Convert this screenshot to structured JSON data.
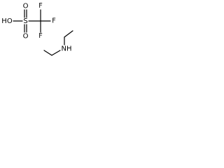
{
  "triflic_acid": {
    "atoms": {
      "hydroxyl": "HO",
      "sulfur": "S",
      "oxygen_top": "O",
      "oxygen_bottom": "O",
      "fluorine_1": "F",
      "fluorine_2": "F",
      "fluorine_3": "F"
    }
  },
  "diethylamine": {
    "atoms": {
      "nitrogen": "NH"
    }
  }
}
